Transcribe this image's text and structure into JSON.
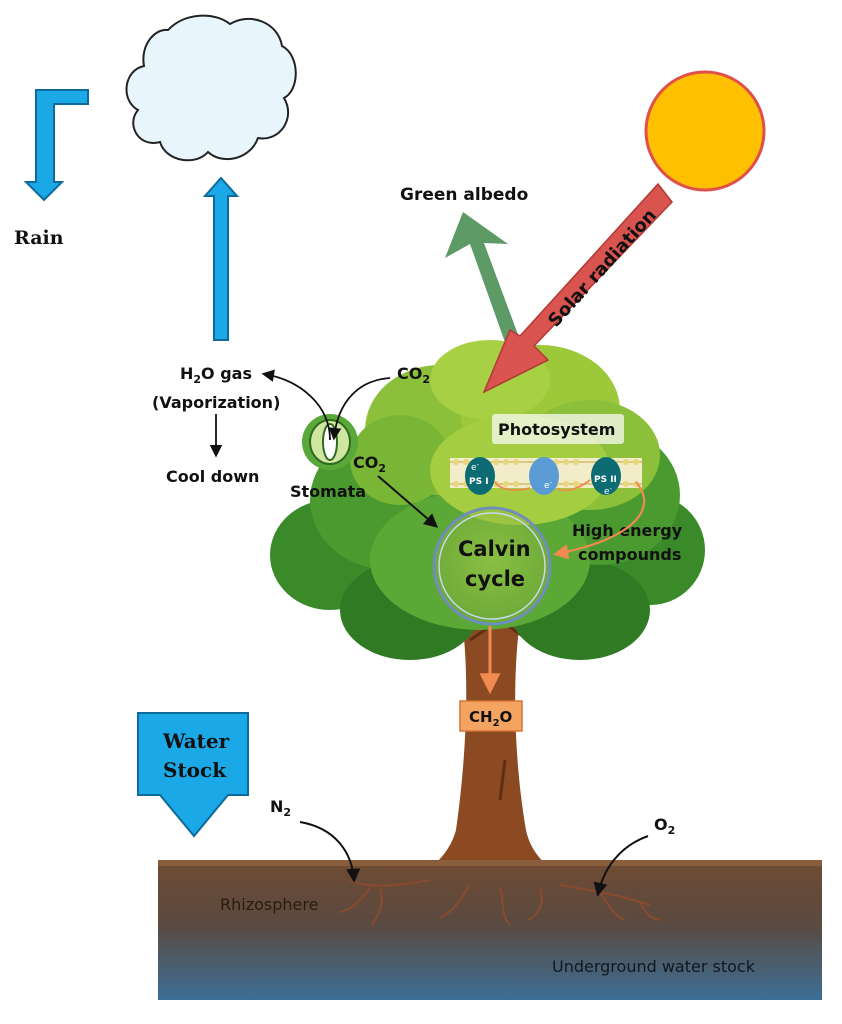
{
  "labels": {
    "rain": "Rain",
    "green_albedo": "Green albedo",
    "solar_radiation": "Solar radiation",
    "h2o_gas_main": "H",
    "h2o_gas_sub": "2",
    "h2o_gas_rest": "O gas",
    "vaporization": "(Vaporization)",
    "cool_down": "Cool down",
    "co2_top_main": "CO",
    "co2_top_sub": "2",
    "co2_mid_main": "CO",
    "co2_mid_sub": "2",
    "stomata": "Stomata",
    "photosystem": "Photosystem",
    "ps1": "PS I",
    "ps2": "PS II",
    "electron": "e",
    "electron_sup": "-",
    "high_energy_line1": "High energy",
    "high_energy_line2": "compounds",
    "calvin_line1": "Calvin",
    "calvin_line2": "cycle",
    "ch2o_a": "CH",
    "ch2o_sub": "2",
    "ch2o_b": "O",
    "water_stock_line1": "Water",
    "water_stock_line2": "Stock",
    "n2_main": "N",
    "n2_sub": "2",
    "o2_main": "O",
    "o2_sub": "2",
    "rhizosphere": "Rhizosphere",
    "underground_water": "Underground water stock"
  },
  "colors": {
    "sky_arrow": "#1ba8e6",
    "sun_fill": "#ffc000",
    "sun_stroke": "#e0504a",
    "solar_arrow": "#d9534f",
    "albedo_arrow": "#5e9a65",
    "foliage_dark": "#3b8a2a",
    "foliage_light": "#9cc83a",
    "trunk": "#8b4a22",
    "ch2o_box": "#f4a460",
    "soil": "#6b4a34",
    "water": "#3d6e96",
    "orange_arrow": "#f08a50",
    "ps_teal": "#0d6b73",
    "ps_blue": "#5b9bd5"
  },
  "icons": {
    "cloud": "cloud-icon",
    "sun": "sun-icon",
    "stomata": "stomata-icon"
  }
}
